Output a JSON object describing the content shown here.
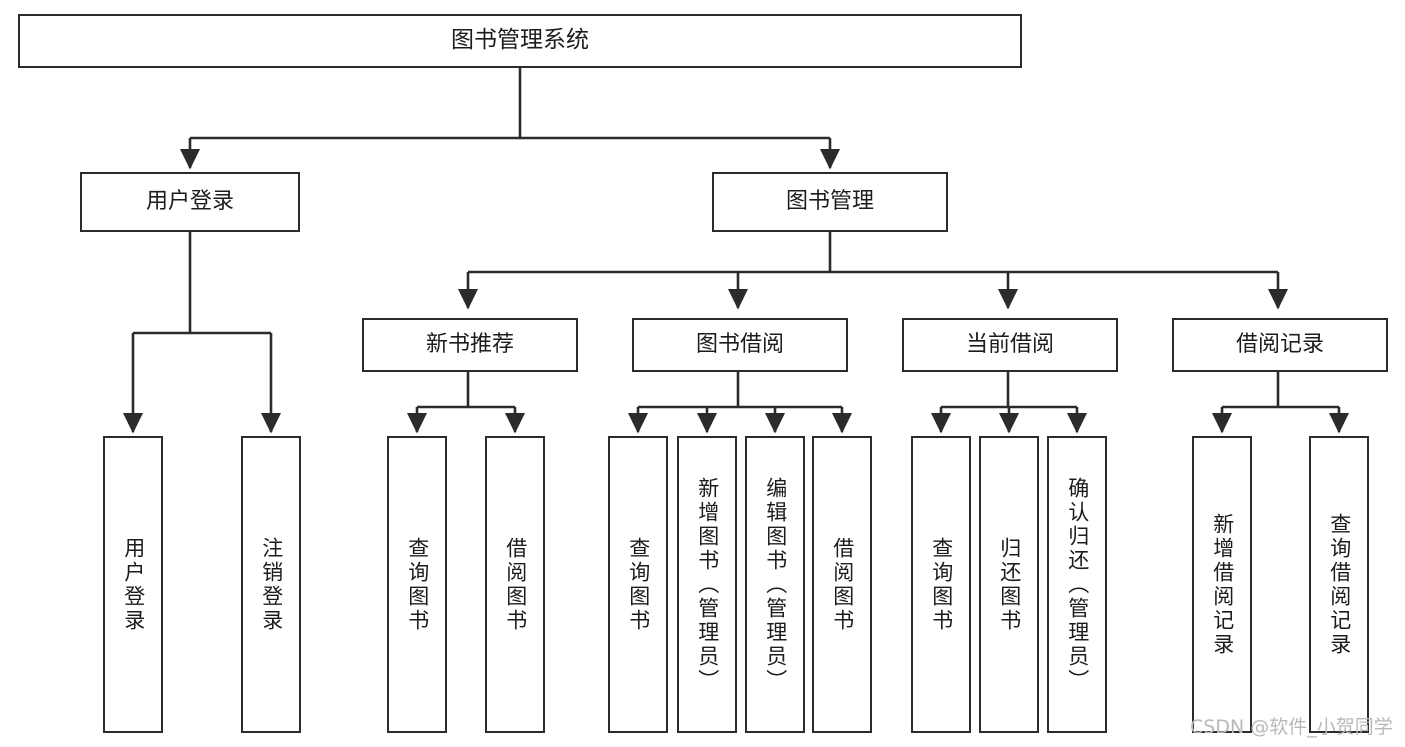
{
  "diagram": {
    "title": "图书管理系统",
    "type": "tree-hierarchy",
    "line_color": "#2b2b2b",
    "text_color": "#1c1c1c",
    "background_color": "#ffffff",
    "nodes": {
      "root": {
        "label": "图书管理系统"
      },
      "level2": {
        "user_login": "用户登录",
        "book_manage": "图书管理"
      },
      "level3": {
        "new_book_recommend": "新书推荐",
        "book_borrow": "图书借阅",
        "current_borrow": "当前借阅",
        "borrow_record": "借阅记录"
      },
      "leaves": {
        "user_login_children": [
          "用户登录",
          "注销登录"
        ],
        "new_book_recommend_children": [
          "查询图书",
          "借阅图书"
        ],
        "book_borrow_children": [
          "查询图书",
          "新增图书（管理员）",
          "编辑图书（管理员）",
          "借阅图书"
        ],
        "current_borrow_children": [
          "查询图书",
          "归还图书",
          "确认归还（管理员）"
        ],
        "borrow_record_children": [
          "新增借阅记录",
          "查询借阅记录"
        ]
      }
    }
  },
  "watermark": {
    "text": "CSDN @软件_小贺同学",
    "color": "#b9b9b9"
  }
}
